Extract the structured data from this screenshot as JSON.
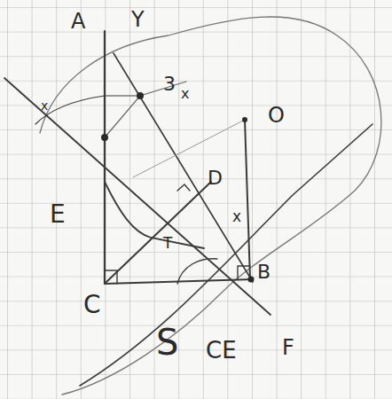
{
  "diagram": {
    "labels": [
      "A",
      "Y",
      "3",
      "x",
      "x",
      "O",
      "D",
      "x",
      "E",
      "T",
      "C",
      "B",
      "S",
      "CE",
      "F"
    ]
  }
}
